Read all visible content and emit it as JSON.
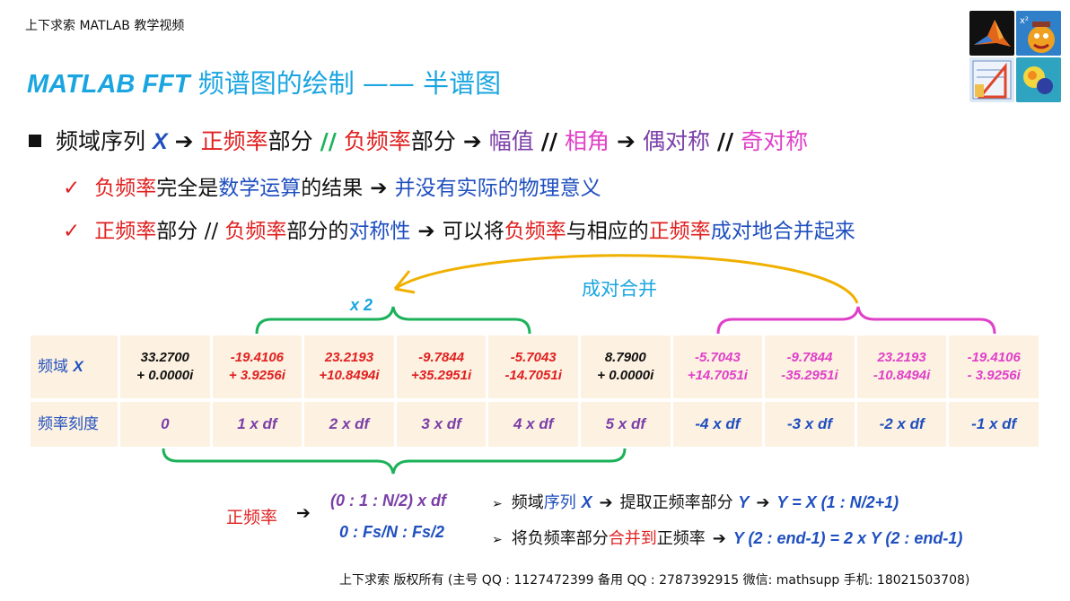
{
  "header": {
    "note": "上下求索 MATLAB 教学视频"
  },
  "title": {
    "en": "MATLAB FFT",
    "zh": "频谱图的绘制 —— 半谱图"
  },
  "logos": [
    "matlab-logo-icon",
    "octave-logo-icon",
    "drafting-tools-icon",
    "heatmap-icon"
  ],
  "line1": {
    "t1": "频域序列",
    "t2": "X",
    "t3": "正频率",
    "t4": "部分",
    "t5": "//",
    "t6": "负频率",
    "t7": "部分",
    "t8": "幅值",
    "t9": "//",
    "t10": "相角",
    "t11": "偶对称",
    "t12": "//",
    "t13": "奇对称"
  },
  "line2": {
    "t1": "负频率",
    "t2": "完全是",
    "t3": "数学运算",
    "t4": "的结果",
    "t5": "并没有实际的物理意义"
  },
  "line3": {
    "t1": "正频率",
    "t2": "部分 // ",
    "t3": "负频率",
    "t4": "部分的",
    "t5": "对称性",
    "t6": "可以将",
    "t7": "负频率",
    "t8": "与相应的",
    "t9": "正频率",
    "t10": "成对地合并起来"
  },
  "annot": {
    "merge": "成对合并",
    "x2": "x 2"
  },
  "table": {
    "row1_head": "频域",
    "row1_head_var": "X",
    "row2_head": "频率刻度",
    "values": [
      [
        "33.2700",
        "+ 0.0000i"
      ],
      [
        "-19.4106",
        "+ 3.9256i"
      ],
      [
        "23.2193",
        "+10.8494i"
      ],
      [
        "-9.7844",
        "+35.2951i"
      ],
      [
        "-5.7043",
        "-14.7051i"
      ],
      [
        "8.7900",
        "+ 0.0000i"
      ],
      [
        "-5.7043",
        "+14.7051i"
      ],
      [
        "-9.7844",
        "-35.2951i"
      ],
      [
        "23.2193",
        "-10.8494i"
      ],
      [
        "-19.4106",
        "- 3.9256i"
      ]
    ],
    "freqs": [
      "0",
      "1 x df",
      "2 x df",
      "3 x df",
      "4 x df",
      "5 x df",
      "-4 x df",
      "-3 x df",
      "-2 x df",
      "-1 x df"
    ]
  },
  "pos_freq": {
    "label": "正频率",
    "f1": "(0 : 1 : N/2) x df",
    "f2": "0 : Fs/N : Fs/2"
  },
  "steps": {
    "s1a": "频域",
    "s1b": "序列",
    "s1c": "X",
    "s1d": "提取正频率部分",
    "s1e": "Y",
    "s1f": "Y = X (1 : N/2+1)",
    "s2a": "将负频率部分",
    "s2b": "合并到",
    "s2c": "正频率",
    "s2d": "Y (2 : end-1) = 2 x Y (2 : end-1)"
  },
  "footer": {
    "a": "上下求索  版权所有  (主号 QQ : 1127472399   备用 QQ : 2787392915   微信: mathsupp   手机: 18021503708)"
  },
  "colors": {
    "red": "#e02020",
    "blue": "#1f4fbf",
    "purple": "#7a3fa8",
    "magenta": "#e040c8",
    "green": "#1bb25a",
    "cyan": "#1aa5e0",
    "yellow": "#f0b000",
    "table_bg": "#fdf1e1"
  }
}
